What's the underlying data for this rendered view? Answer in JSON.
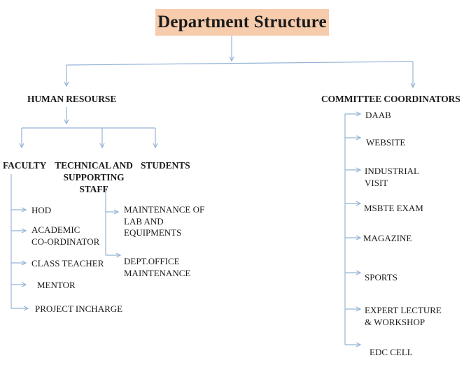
{
  "title": "Department Structure",
  "colors": {
    "title_bg": "#F6CCAC",
    "line": "#95B3D7",
    "text": "#1B1B1B"
  },
  "tree": {
    "human_resource": {
      "label": "HUMAN RESOURSE",
      "branches": [
        {
          "label": "FACULTY",
          "items": [
            "HOD",
            [
              "ACADEMIC",
              "CO-ORDINATOR"
            ],
            "CLASS TEACHER",
            "MENTOR",
            "PROJECT INCHARGE"
          ]
        },
        {
          "label": [
            "TECHNICAL AND",
            "SUPPORTING STAFF"
          ],
          "items": [
            [
              "MAINTENANCE OF",
              "LAB AND",
              "EQUIPMENTS"
            ],
            [
              "DEPT.OFFICE",
              "MAINTENANCE"
            ]
          ]
        },
        {
          "label": "STUDENTS",
          "items": []
        }
      ]
    },
    "committee_coordinators": {
      "label": "COMMITTEE COORDINATORS",
      "items": [
        "DAAB",
        "WEBSITE",
        [
          "INDUSTRIAL",
          "VISIT"
        ],
        "MSBTE EXAM",
        "MAGAZINE",
        "SPORTS",
        [
          "EXPERT LECTURE",
          "& WORKSHOP"
        ],
        "EDC CELL"
      ]
    }
  }
}
